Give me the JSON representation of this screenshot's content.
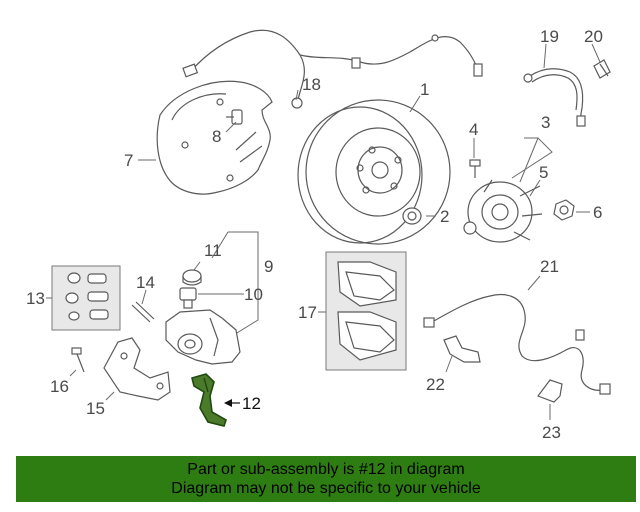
{
  "callouts": [
    "1",
    "2",
    "3",
    "4",
    "5",
    "6",
    "7",
    "8",
    "9",
    "10",
    "11",
    "12",
    "13",
    "14",
    "15",
    "16",
    "17",
    "18",
    "19",
    "20",
    "21",
    "22",
    "23"
  ],
  "highlighted_part": "12",
  "banner": {
    "line1": "Part or sub-assembly is #12 in diagram",
    "line2": "Diagram may not be specific to your vehicle"
  },
  "colors": {
    "banner_bg": "#2e7d12",
    "highlight": "#2e6b1a",
    "line_art": "#5a5a5a",
    "box_fill": "#e8e8e8"
  }
}
